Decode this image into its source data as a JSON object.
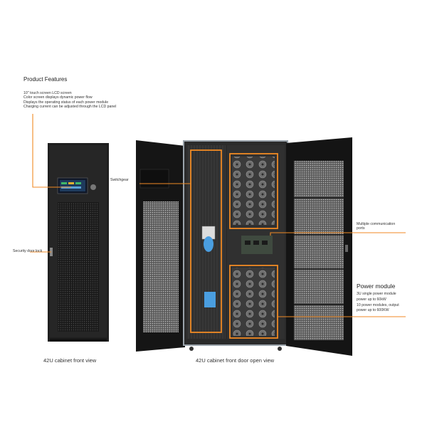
{
  "product_features": {
    "title": "Product Features",
    "items": [
      "10\" touch screen LCD screen",
      "Color screen displays dynamic power flow",
      "Displays the operating status of each power module",
      "Charging current can be adjusted through the LCD panel"
    ]
  },
  "callouts": {
    "switchgear": "Switchgear",
    "security_lock": "Security door lock",
    "comm_ports_line1": "Multiple communication",
    "comm_ports_line2": "ports"
  },
  "power_module": {
    "title": "Power module",
    "items": [
      "3U single power module",
      "power up to 60kW",
      "10 power modules, output",
      "power up to 600KW"
    ]
  },
  "captions": {
    "front_view": "42U cabinet front view",
    "open_view": "42U cabinet front door open view"
  },
  "colors": {
    "callout_line": "#f08a24",
    "cabinet": "#1c1c1c",
    "highlight_box": "#f08a24"
  }
}
